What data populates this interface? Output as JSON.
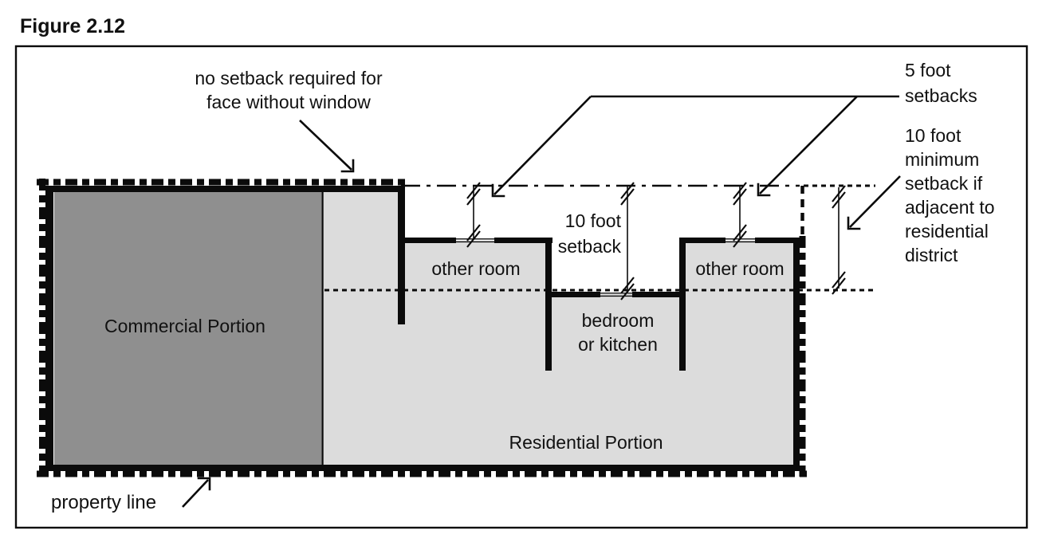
{
  "figure": {
    "title": "Figure 2.12"
  },
  "colors": {
    "commercial_fill": "#8f8f8f",
    "residential_fill": "#dcdcdc",
    "line": "#0b0b0b",
    "background": "#ffffff"
  },
  "areas": {
    "commercial": "Commercial Portion",
    "residential": "Residential Portion",
    "other_room_left": "other room",
    "other_room_right": "other room",
    "bedroom_line1": "bedroom",
    "bedroom_line2": "or kitchen"
  },
  "annotations": {
    "no_setback": {
      "line1": "no setback required for",
      "line2": "face without window"
    },
    "five_foot": {
      "line1": "5 foot",
      "line2": "setbacks"
    },
    "ten_foot_setback": {
      "line1": "10 foot",
      "line2": "setback"
    },
    "ten_foot_min": {
      "line1": "10 foot",
      "line2": "minimum",
      "line3": "setback if",
      "line4": "adjacent to",
      "line5": "residential",
      "line6": "district"
    },
    "property_line": "property line"
  }
}
